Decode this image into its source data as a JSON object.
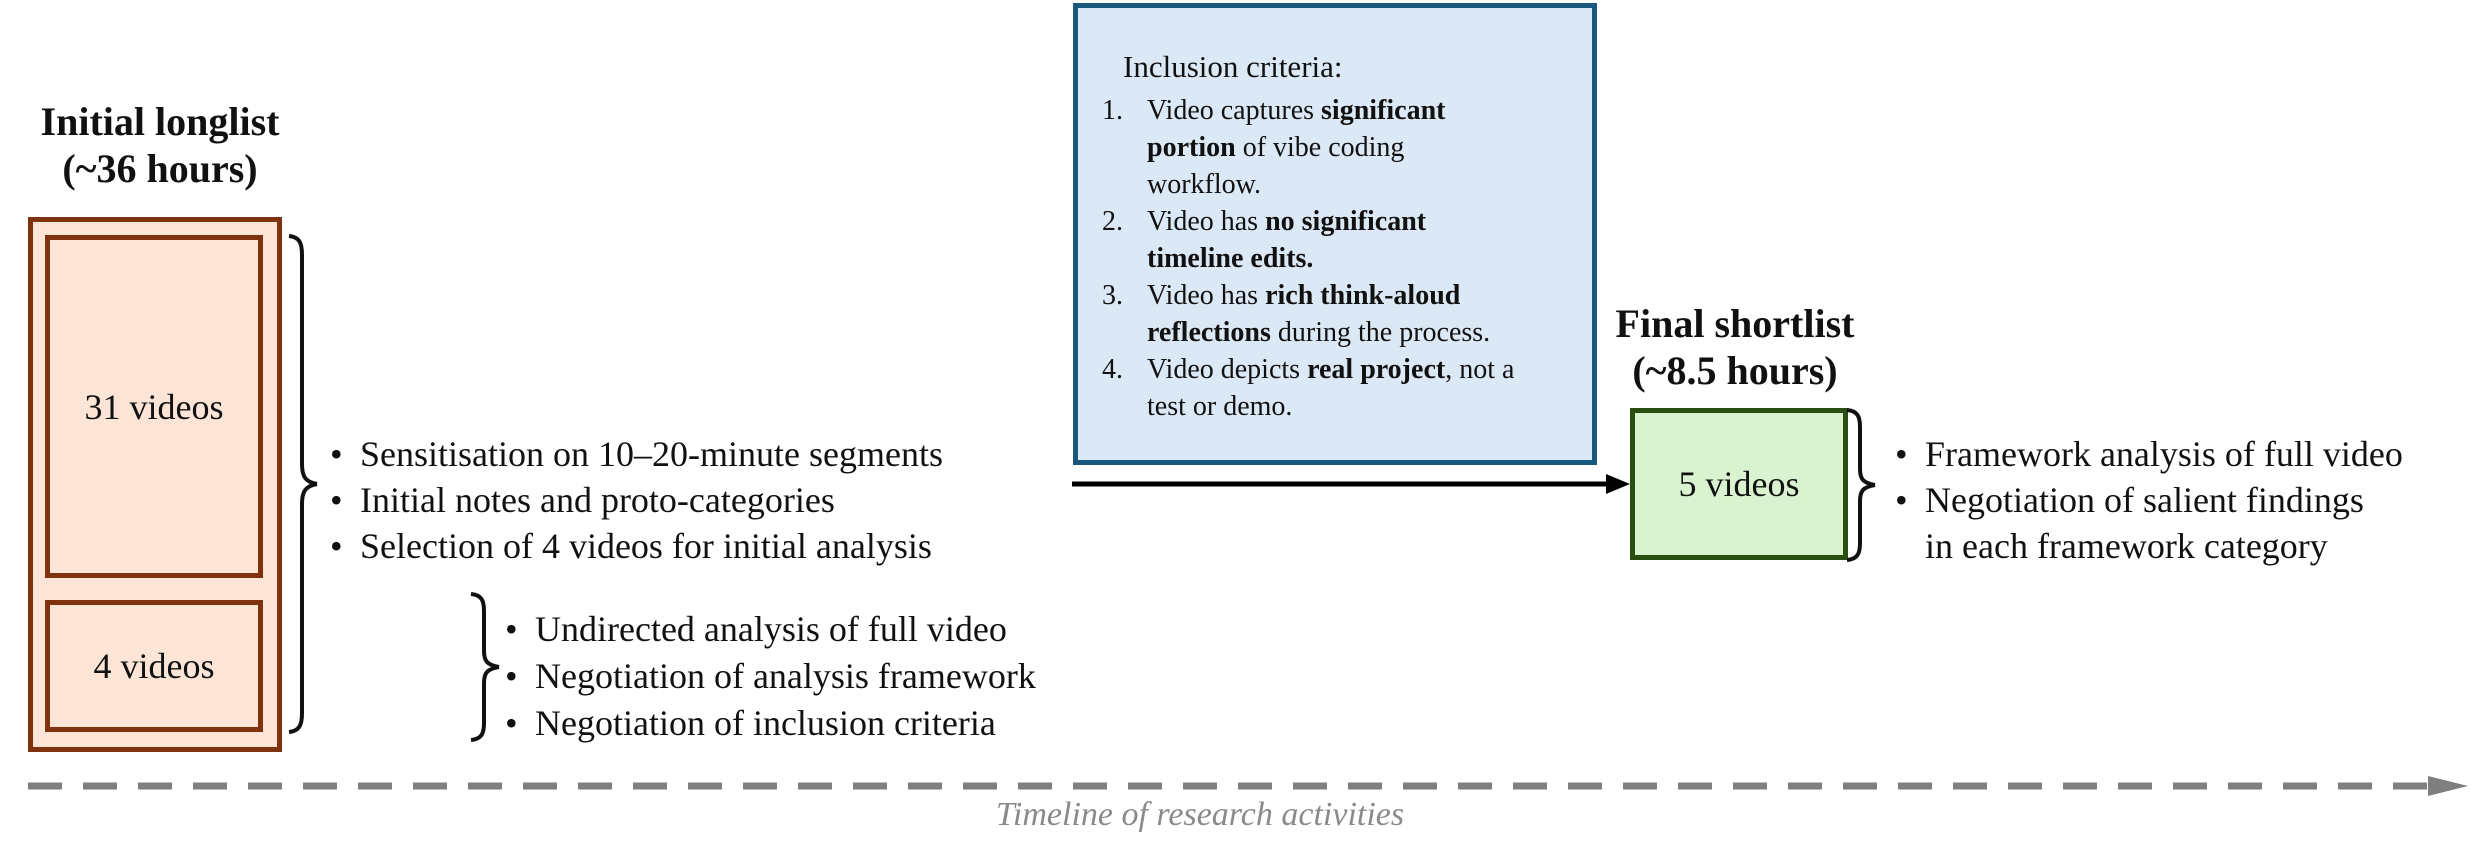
{
  "glyphs": {
    "bullet": "•"
  },
  "colors": {
    "longlist_box_fill": "#fce4d6",
    "longlist_box_border": "#7e330e",
    "criteria_box_fill": "#dbe8f6",
    "criteria_box_border": "#19587c",
    "shortlist_box_fill": "#d9f2cf",
    "shortlist_box_border": "#2a4d12",
    "arrow_color": "#000000",
    "timeline_color": "#7f7f7f",
    "caption_color": "#8a8a8a"
  },
  "longlist": {
    "title_line1": "Initial longlist",
    "title_line2": "(~36 hours)",
    "box_31_label": "31 videos",
    "box_4_label": "4 videos"
  },
  "longlist_activities": {
    "items": [
      "Sensitisation on 10–20-minute segments",
      "Initial notes and proto-categories",
      "Selection of 4 videos for initial analysis"
    ]
  },
  "initial_analysis_activities": {
    "items": [
      "Undirected analysis of full video",
      "Negotiation of analysis framework",
      "Negotiation of inclusion criteria"
    ]
  },
  "inclusion_criteria": {
    "title": "Inclusion criteria:",
    "items": [
      {
        "num": "1.",
        "pre": "Video captures ",
        "bold": "significant portion",
        "post": " of vibe coding workflow."
      },
      {
        "num": "2.",
        "pre": "Video has ",
        "bold": "no significant timeline edits.",
        "post": ""
      },
      {
        "num": "3.",
        "pre": "Video has ",
        "bold": "rich think-aloud reflections",
        "post": " during the process."
      },
      {
        "num": "4.",
        "pre": "Video depicts ",
        "bold": "real project",
        "post": ", not a test or demo."
      }
    ]
  },
  "shortlist": {
    "title_line1": "Final shortlist",
    "title_line2": "(~8.5 hours)",
    "box_5_label": "5 videos"
  },
  "shortlist_activities": {
    "items": [
      "Framework analysis of full video",
      "Negotiation of salient findings in each framework category"
    ]
  },
  "timeline": {
    "caption": "Timeline of research activities"
  }
}
